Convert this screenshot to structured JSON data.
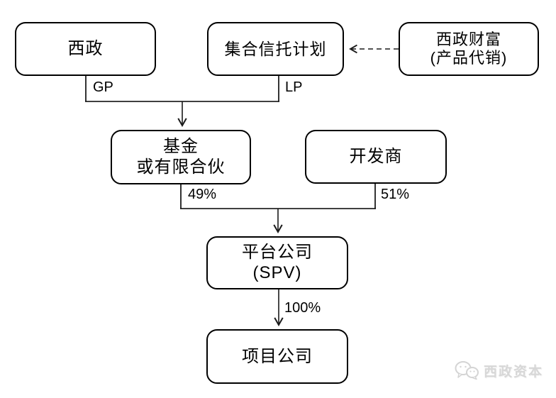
{
  "diagram": {
    "title": "trust-fund-spv-structure",
    "nodes": {
      "xizheng": {
        "label": "西政"
      },
      "trust": {
        "label": "集合信托计划"
      },
      "wealth": {
        "line1": "西政财富",
        "line2": "(产品代销)"
      },
      "fund": {
        "line1": "基金",
        "line2": "或有限合伙"
      },
      "developer": {
        "label": "开发商"
      },
      "platform": {
        "line1": "平台公司",
        "line2": "(SPV)"
      },
      "project": {
        "label": "项目公司"
      }
    },
    "edge_labels": {
      "gp": "GP",
      "lp": "LP",
      "share_fund": "49%",
      "share_developer": "51%",
      "share_platform": "100%"
    },
    "colors": {
      "line": "#1a1a1a",
      "box_border": "#000000",
      "box_fill": "#ffffff",
      "background": "#ffffff",
      "watermark": "#d7d7d7"
    }
  },
  "watermark": {
    "label": "西政资本",
    "icon": "wechat-icon"
  }
}
